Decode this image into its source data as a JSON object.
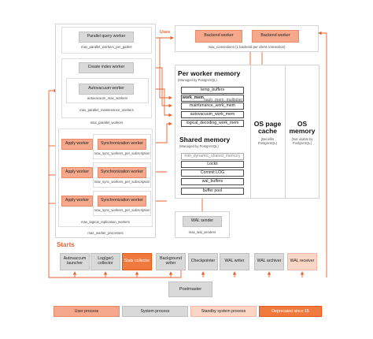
{
  "diagram": {
    "uses_label": "Uses",
    "starts_label": "Starts",
    "postmaster": "Postmaster",
    "parallel_query": {
      "worker": "Parallel query worker",
      "param": "max_parallel_workers_per_gather"
    },
    "backends": {
      "worker1": "Backend worker",
      "worker2": "Backend worker",
      "param": "max_connections (1 backend per client connection)"
    },
    "index": {
      "worker": "Create index worker"
    },
    "autovacuum": {
      "worker": "Autovacuum worker",
      "param": "autovacuum_max_workers"
    },
    "parallel_maintenance_param": "max_parallel_maintenance_workers",
    "max_parallel_workers": "max_parallel_workers",
    "replication": {
      "apply_worker": "Apply worker",
      "sync_worker": "Synchronization worker",
      "sync_param": "max_sync_workers_per_subscription",
      "logical_param": "max_logical_replication_workers"
    },
    "max_worker_processes": "max_worker_processes",
    "per_worker_memory": {
      "title": "Per worker memory",
      "subtitle": "(Managed by PostgreSQL)",
      "items": [
        "temp_buffers",
        "maintenance_work_mem",
        "autovacuum_work_mem",
        "logical_decoding_work_mem"
      ],
      "work_mem_bold": "work_mem",
      "work_mem_rest": " * hash_mem_multiplier"
    },
    "shared_memory": {
      "title": "Shared memory",
      "subtitle": "(Managed by PostgreSQL)",
      "items": [
        "min_dynamic_shared_memory",
        "Locks",
        "Commit LOG",
        "wal_buffers",
        "buffer pool"
      ]
    },
    "os_page_cache": {
      "title": "OS page cache",
      "subtitle": "(Benefits PostgreSQL)"
    },
    "os_memory": {
      "title": "OS memory",
      "subtitle": "(Not usable by PostgreSQL)"
    },
    "wal_sender": {
      "label": "WAL sender",
      "param": "max_wal_senders"
    },
    "bottom_processes": [
      {
        "label": "Autovaccum launcher",
        "kind": "sys"
      },
      {
        "label": "Log(ger) collector",
        "kind": "sys"
      },
      {
        "label": "Stats collector",
        "kind": "depr"
      },
      {
        "label": "Background writer",
        "kind": "sys"
      },
      {
        "label": "Checkpointer",
        "kind": "sys"
      },
      {
        "label": "WAL writer",
        "kind": "sys"
      },
      {
        "label": "WAL archiver",
        "kind": "sys"
      },
      {
        "label": "WAL receiver",
        "kind": "standby"
      }
    ],
    "legend": [
      {
        "label": "User process",
        "kind": "user"
      },
      {
        "label": "System process",
        "kind": "sys"
      },
      {
        "label": "Standby system process",
        "kind": "standby"
      },
      {
        "label": "Deprecated since 15",
        "kind": "depr"
      }
    ],
    "colors": {
      "user": "#f5a88c",
      "system": "#d9d9d9",
      "standby": "#fbd5c5",
      "deprecated": "#f07a3e",
      "arrow": "#e8612c"
    }
  }
}
